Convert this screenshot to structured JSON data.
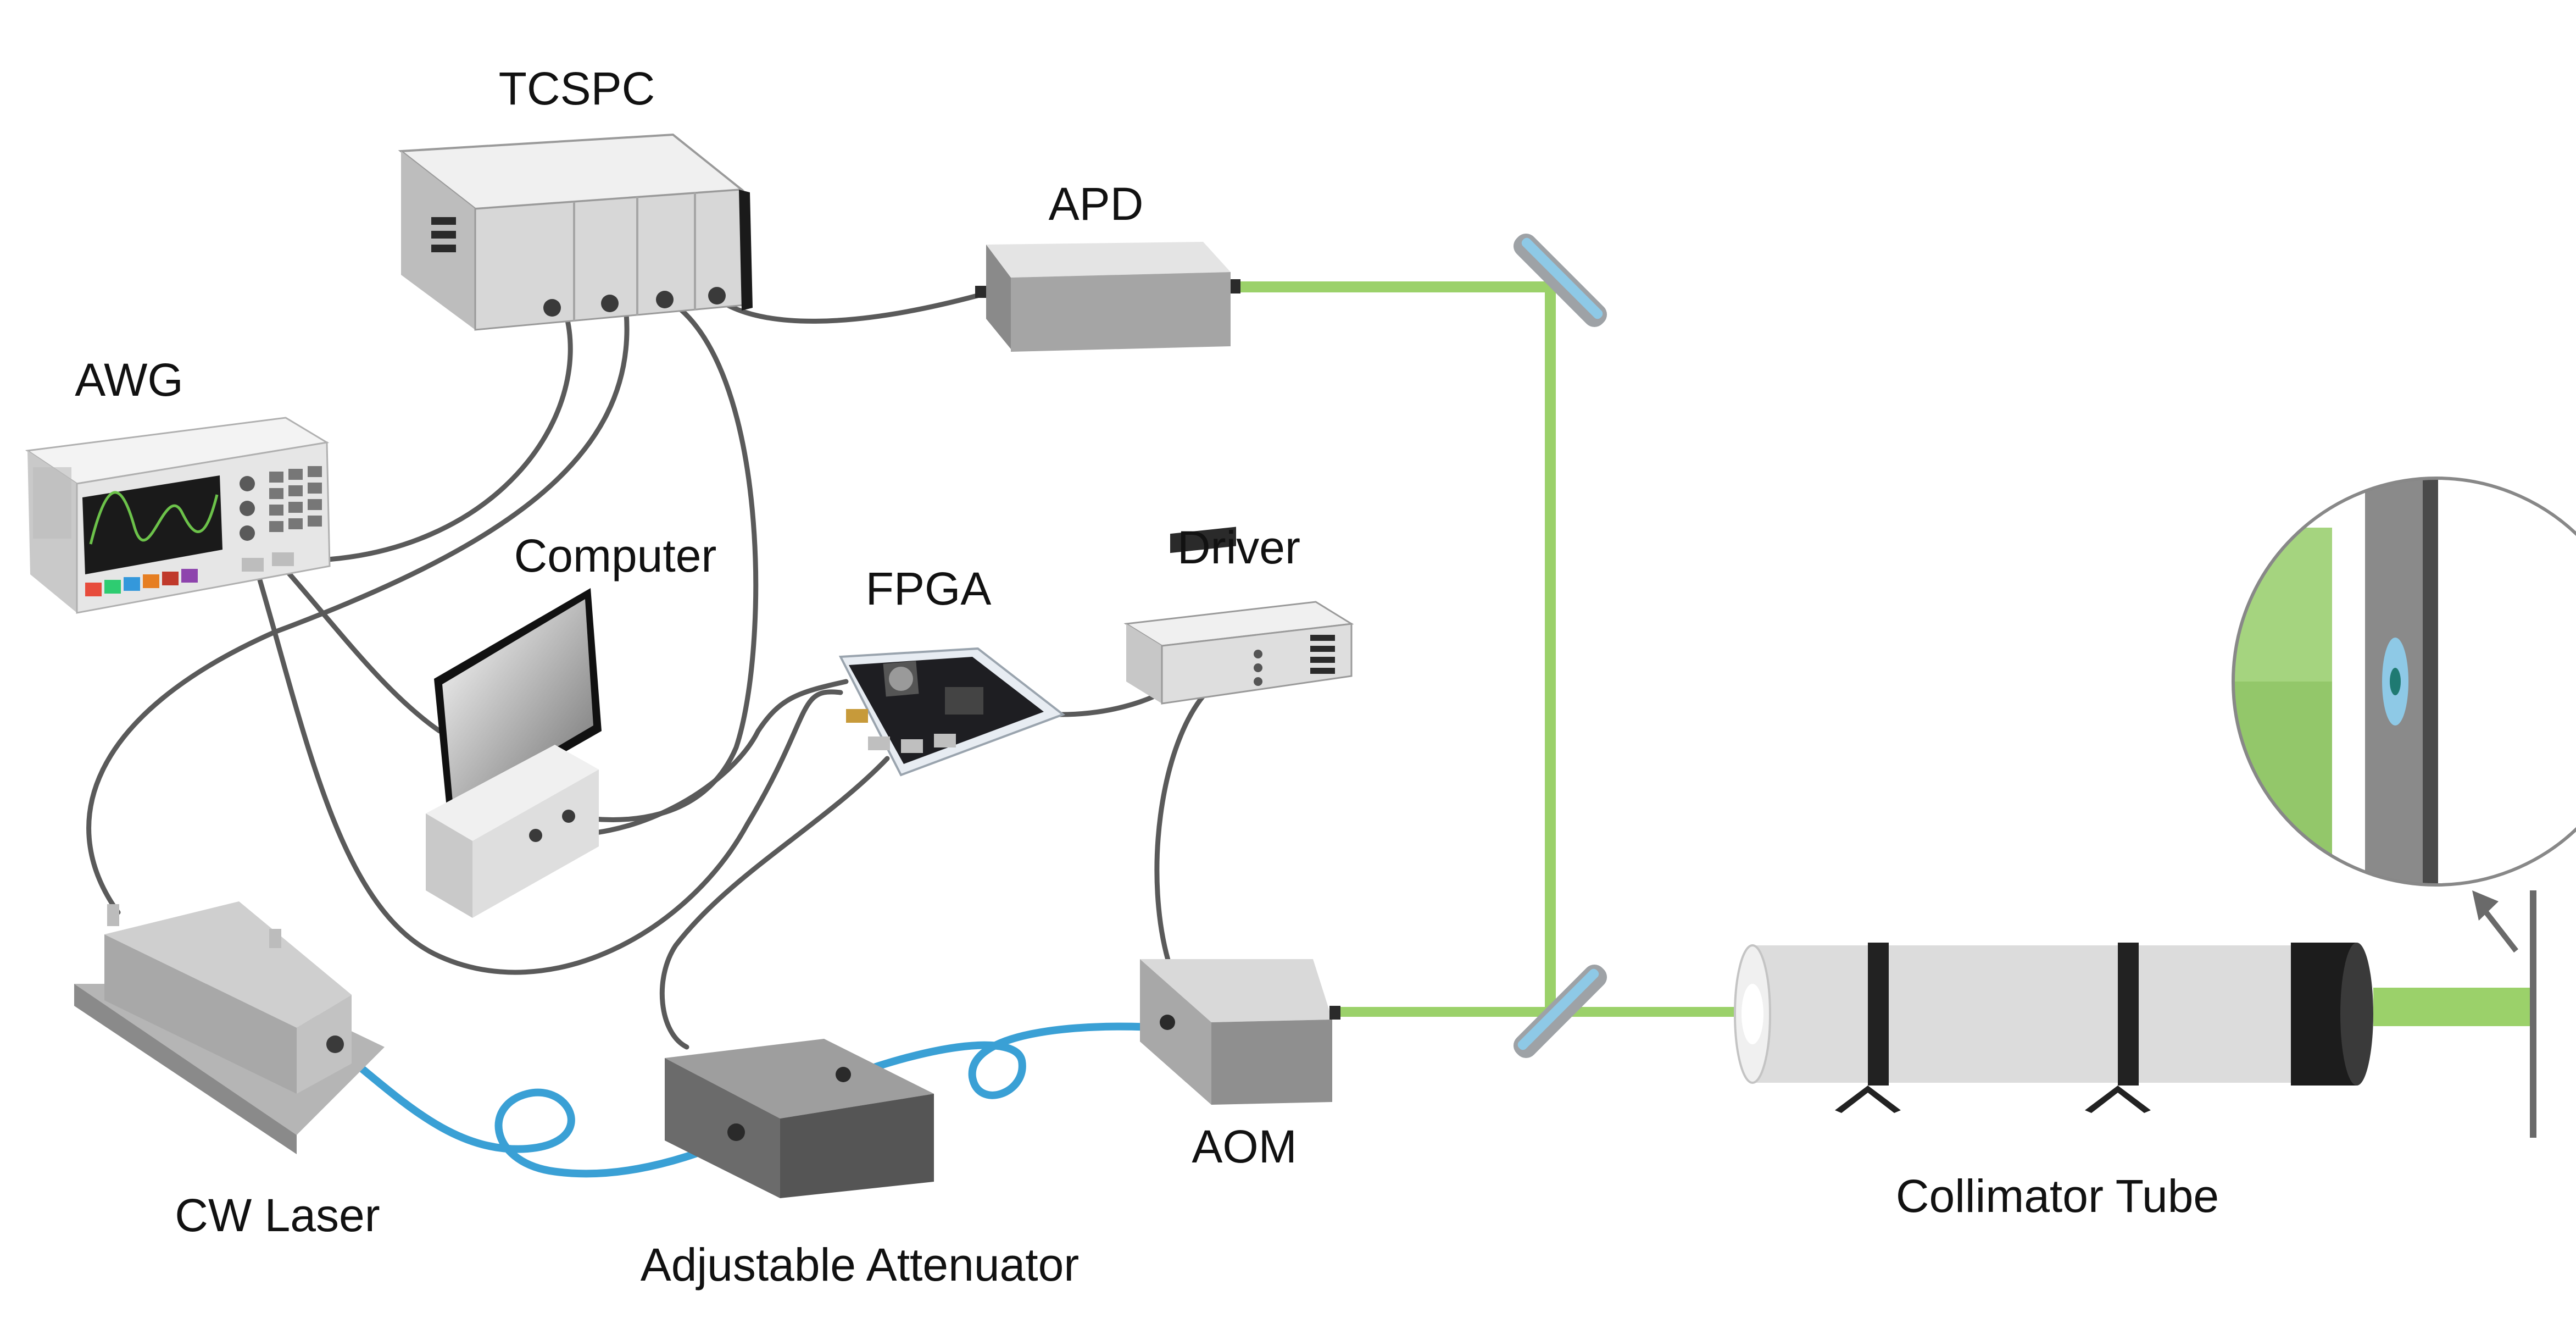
{
  "labels": {
    "tcspc": "TCSPC",
    "apd": "APD",
    "awg": "AWG",
    "computer": "Computer",
    "fpga": "FPGA",
    "driver": "Driver",
    "cw_laser": "CW Laser",
    "adjustable_attenuator": "Adjustable Attenuator",
    "aom": "AOM",
    "collimator_tube": "Collimator Tube"
  },
  "colors": {
    "laser_beam": "#9bd16a",
    "optical_fiber": "#3aa0d5",
    "cable": "#5a5a5a",
    "device_light": "#d9d9d9",
    "device_dark": "#6b6b6b",
    "mirror": "#8ec9e6"
  }
}
